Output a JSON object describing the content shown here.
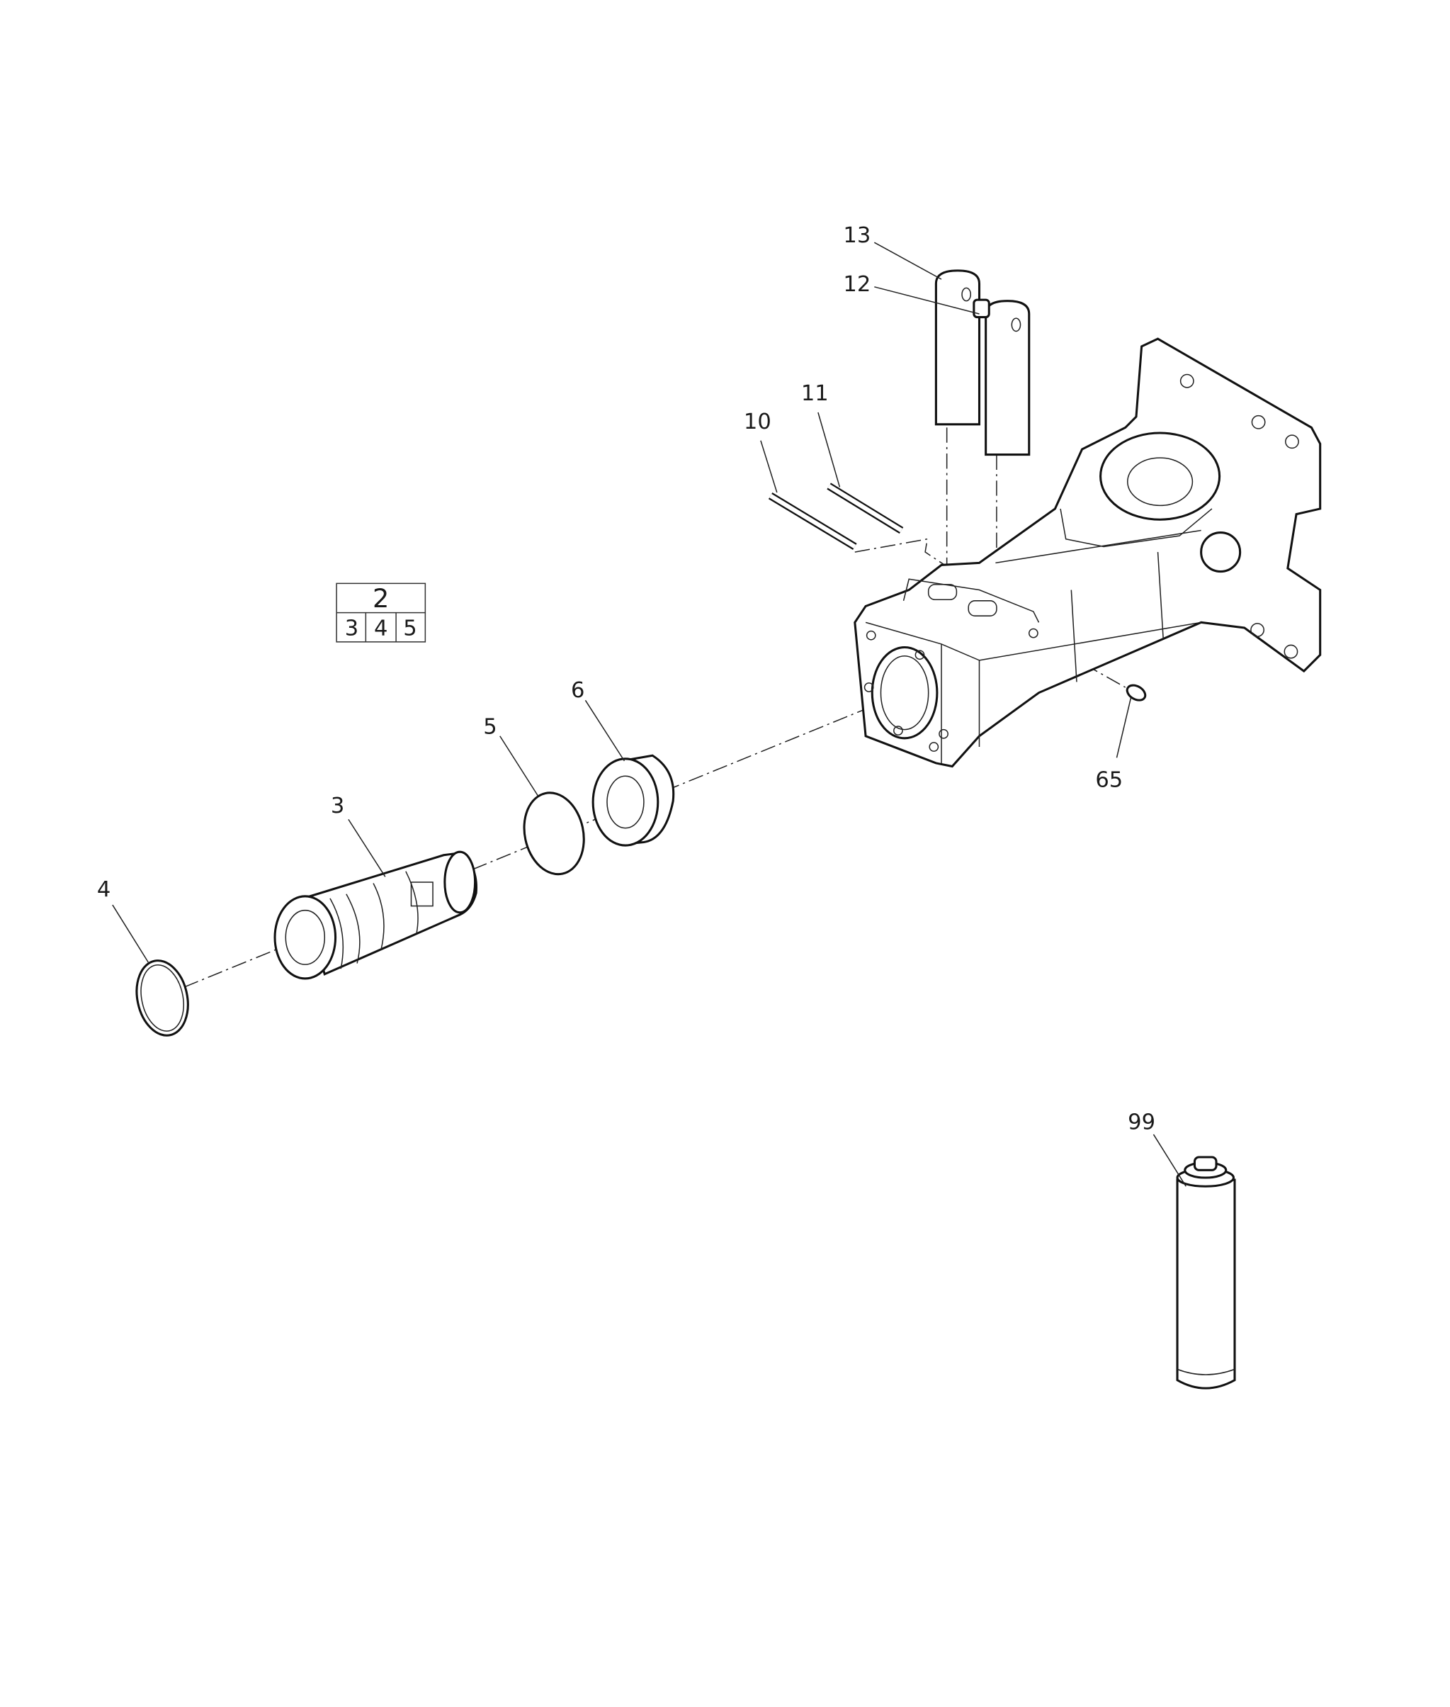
{
  "callouts": {
    "c13": "13",
    "c12": "12",
    "c11": "11",
    "c10": "10",
    "c6": "6",
    "c5": "5",
    "c3": "3",
    "c4": "4",
    "c65": "65",
    "c99": "99"
  },
  "kit_table": {
    "kit": "2",
    "items": [
      "3",
      "4",
      "5"
    ]
  }
}
